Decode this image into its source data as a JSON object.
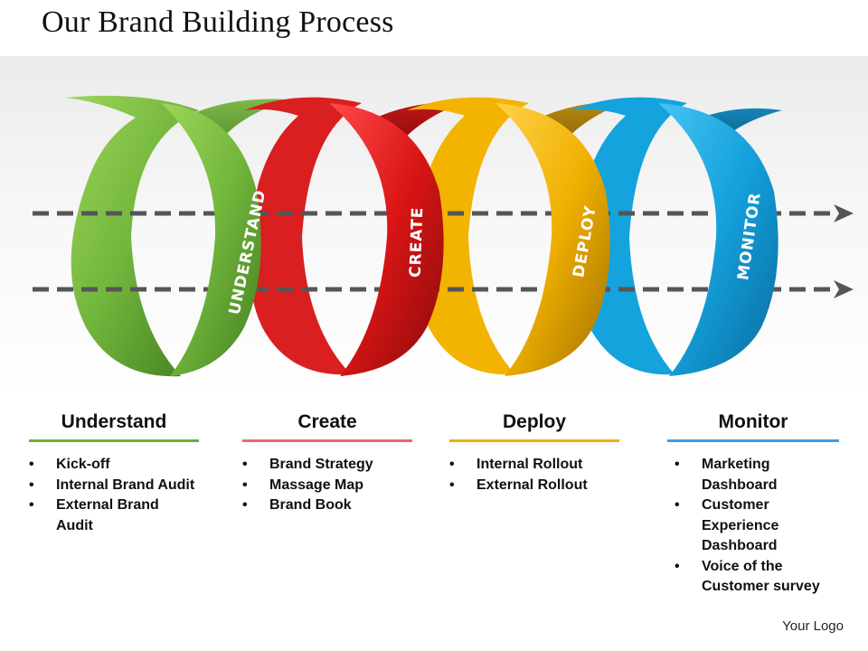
{
  "title": "Our Brand Building Process",
  "colors": {
    "green": "#6aaf38",
    "red": "#d91f1f",
    "yellow": "#f0b000",
    "blue": "#1aa5df",
    "arrow": "#555555"
  },
  "stages": [
    {
      "ring_label": "UNDERSTAND",
      "heading": "Understand",
      "rule_color": "#6aaf38",
      "items": [
        "Kick-off",
        "Internal Brand Audit",
        "External Brand Audit"
      ]
    },
    {
      "ring_label": "CREATE",
      "heading": "Create",
      "rule_color": "#e36b6b",
      "items": [
        "Brand Strategy",
        "Massage Map",
        "Brand Book"
      ]
    },
    {
      "ring_label": "DEPLOY",
      "heading": "Deploy",
      "rule_color": "#e8b000",
      "items": [
        "Internal Rollout",
        "External Rollout"
      ]
    },
    {
      "ring_label": "MONITOR",
      "heading": "Monitor",
      "rule_color": "#3c9ee6",
      "items": [
        "Marketing Dashboard",
        "Customer Experience Dashboard",
        "Voice of the Customer survey"
      ]
    }
  ],
  "logo": "Your Logo"
}
